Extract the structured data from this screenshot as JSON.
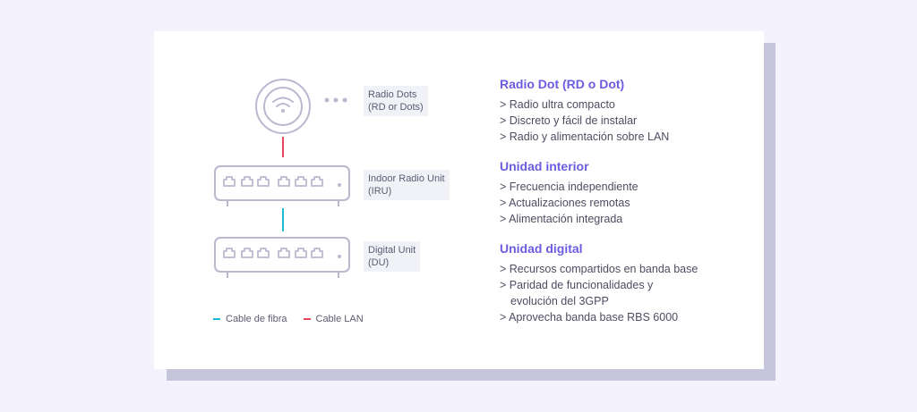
{
  "labels": {
    "radio_dots": [
      "Radio Dots",
      "(RD or Dots)"
    ],
    "iru": [
      "Indoor Radio Unit",
      "(IRU)"
    ],
    "du": [
      "Digital Unit",
      "(DU)"
    ]
  },
  "legend": [
    {
      "label": "Cable de fibra",
      "color": "#1bbcd3"
    },
    {
      "label": "Cable LAN",
      "color": "#e5485d"
    }
  ],
  "sections": [
    {
      "title": "Radio Dot (RD o Dot)",
      "items": [
        "> Radio ultra compacto",
        "> Discreto y fácil de instalar",
        "> Radio y alimentación sobre LAN"
      ]
    },
    {
      "title": "Unidad interior",
      "items": [
        "> Frecuencia independiente",
        "> Actualizaciones remotas",
        "> Alimentación integrada"
      ]
    },
    {
      "title": "Unidad digital",
      "items": [
        "> Recursos compartidos en banda base",
        "> Paridad de funcionalidades y",
        "  evolución del 3GPP",
        "> Aprovecha banda base RBS 6000"
      ]
    }
  ],
  "colors": {
    "accent": "#6c5ce0",
    "fiber": "#1bbcd3",
    "lan": "#e5485d",
    "device_stroke": "#b9b8cf",
    "shadow": "#c5c6dc"
  },
  "icons": [
    "wifi-icon",
    "ethernet-port-icon",
    "more-dots-icon"
  ]
}
